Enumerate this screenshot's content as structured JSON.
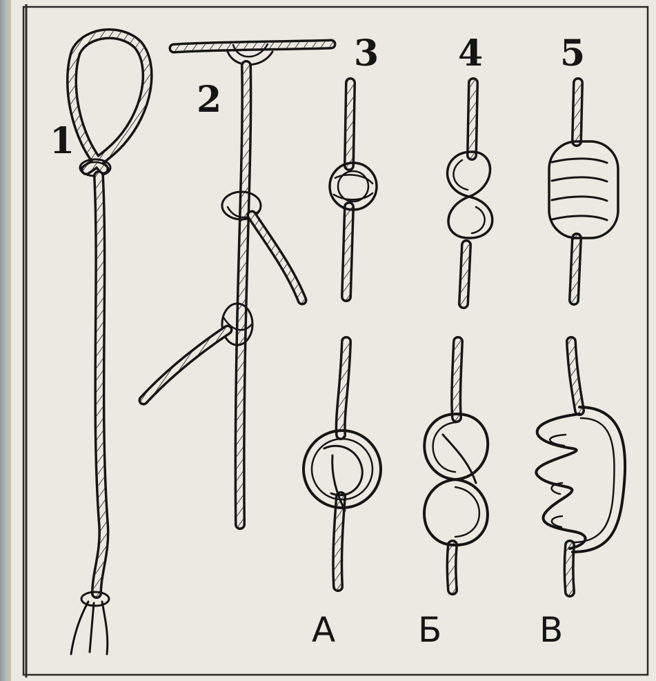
{
  "figure": {
    "numbers": [
      "1",
      "2",
      "3",
      "4",
      "5"
    ],
    "letters": [
      "А",
      "Б",
      "В"
    ],
    "colors": {
      "ink": "#151515",
      "paper": "#ece9e2",
      "frame": "#2a2a2a"
    }
  }
}
